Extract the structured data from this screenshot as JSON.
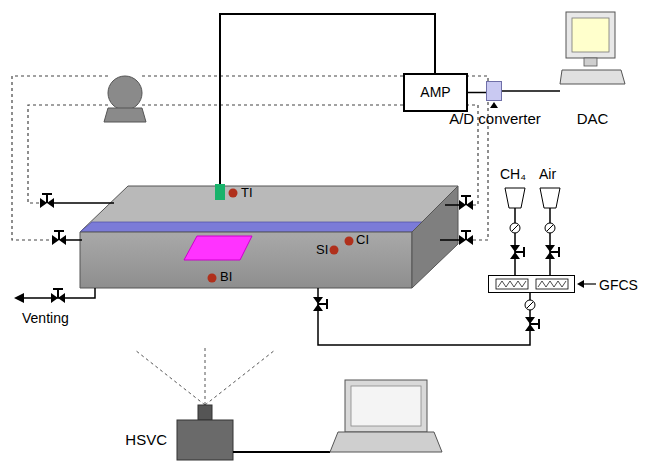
{
  "diagram": {
    "nodes": [
      {
        "text": [
          "AMP"
        ]
      },
      {
        "text": [
          "A/D converter"
        ]
      },
      {
        "text": [
          "DAC"
        ]
      },
      {
        "text": [
          "GFCS"
        ]
      },
      {
        "text": [
          "HSVC"
        ]
      }
    ],
    "edges": [
      {
        "from": 0,
        "to": 1,
        "arrow": "none"
      },
      {
        "from": 1,
        "to": 2,
        "arrow": "none"
      }
    ],
    "labels": [
      "TI",
      "SI",
      "CI",
      "BI",
      "CH₄",
      "Air",
      "Venting"
    ]
  }
}
